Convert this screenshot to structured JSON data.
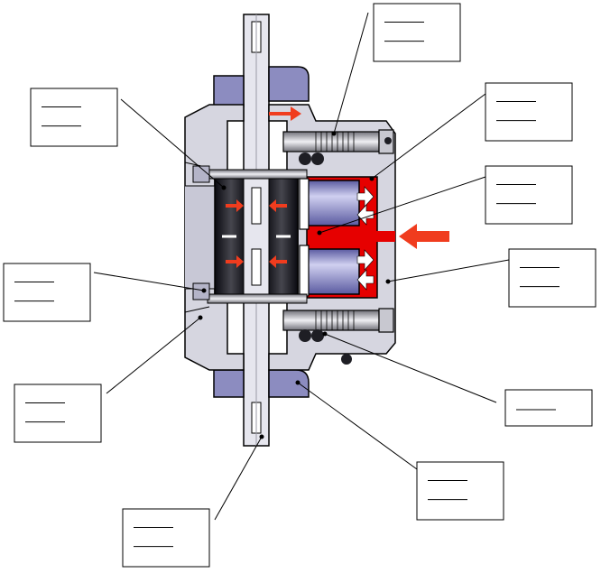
{
  "diagram": {
    "label_boxes": [
      {
        "name": "label-box-top-right",
        "lines": [
          "",
          ""
        ]
      },
      {
        "name": "label-box-right-upper",
        "lines": [
          "",
          ""
        ]
      },
      {
        "name": "label-box-right-middle",
        "lines": [
          "",
          ""
        ]
      },
      {
        "name": "label-box-right-housing",
        "lines": [
          "",
          ""
        ]
      },
      {
        "name": "label-box-right-lower",
        "lines": [
          ""
        ]
      },
      {
        "name": "label-box-bottom-right",
        "lines": [
          "",
          ""
        ]
      },
      {
        "name": "label-box-bottom",
        "lines": [
          "",
          ""
        ]
      },
      {
        "name": "label-box-left-lower",
        "lines": [
          "",
          ""
        ]
      },
      {
        "name": "label-box-left-middle",
        "lines": [
          "",
          ""
        ]
      },
      {
        "name": "label-box-left-upper",
        "lines": [
          "",
          ""
        ]
      }
    ],
    "colors": {
      "housing": "#dcdce6",
      "housing_dark": "#b4b4c8",
      "mount": "#8c8cc0",
      "disc": "#e8e8ee",
      "pad": "#1e1e24",
      "piston": "#9494c8",
      "pressure": "#e60000",
      "arrow": "#f03c1e",
      "outline": "#000000"
    }
  }
}
